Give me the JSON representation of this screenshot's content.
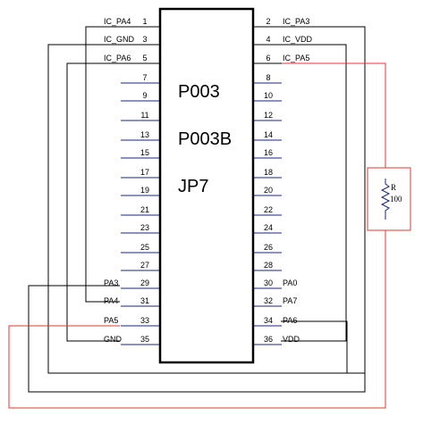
{
  "component": {
    "labels": [
      "P003",
      "P003B",
      "JP7"
    ]
  },
  "pins": {
    "left": [
      {
        "num": "1",
        "name": "IC_PA4"
      },
      {
        "num": "3",
        "name": "IC_GND"
      },
      {
        "num": "5",
        "name": "IC_PA6"
      },
      {
        "num": "7",
        "name": ""
      },
      {
        "num": "9",
        "name": ""
      },
      {
        "num": "11",
        "name": ""
      },
      {
        "num": "13",
        "name": ""
      },
      {
        "num": "15",
        "name": ""
      },
      {
        "num": "17",
        "name": ""
      },
      {
        "num": "19",
        "name": ""
      },
      {
        "num": "21",
        "name": ""
      },
      {
        "num": "23",
        "name": ""
      },
      {
        "num": "25",
        "name": ""
      },
      {
        "num": "27",
        "name": ""
      },
      {
        "num": "29",
        "name": "PA3"
      },
      {
        "num": "31",
        "name": "PA4"
      },
      {
        "num": "33",
        "name": "PA5"
      },
      {
        "num": "35",
        "name": "GND"
      }
    ],
    "right": [
      {
        "num": "2",
        "name": "IC_PA3"
      },
      {
        "num": "4",
        "name": "IC_VDD"
      },
      {
        "num": "6",
        "name": "IC_PA5"
      },
      {
        "num": "8",
        "name": ""
      },
      {
        "num": "10",
        "name": ""
      },
      {
        "num": "12",
        "name": ""
      },
      {
        "num": "14",
        "name": ""
      },
      {
        "num": "16",
        "name": ""
      },
      {
        "num": "18",
        "name": ""
      },
      {
        "num": "20",
        "name": ""
      },
      {
        "num": "22",
        "name": ""
      },
      {
        "num": "24",
        "name": ""
      },
      {
        "num": "26",
        "name": ""
      },
      {
        "num": "28",
        "name": ""
      },
      {
        "num": "30",
        "name": "PA0"
      },
      {
        "num": "32",
        "name": "PA7"
      },
      {
        "num": "34",
        "name": "PA6"
      },
      {
        "num": "36",
        "name": "VDD"
      }
    ]
  },
  "resistor": {
    "designator": "R",
    "value": "100"
  },
  "colors": {
    "wire": "#000000",
    "stub": "#1a237e",
    "red_wire": "#e53935",
    "body_fill": "#ffffff"
  }
}
